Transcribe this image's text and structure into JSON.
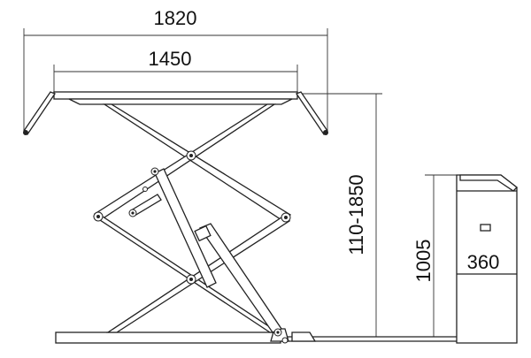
{
  "dimensions": {
    "overall_width": "1820",
    "platform_length": "1450",
    "lift_height_range": "110-1850",
    "control_unit_height": "1005",
    "control_unit_width": "360"
  }
}
